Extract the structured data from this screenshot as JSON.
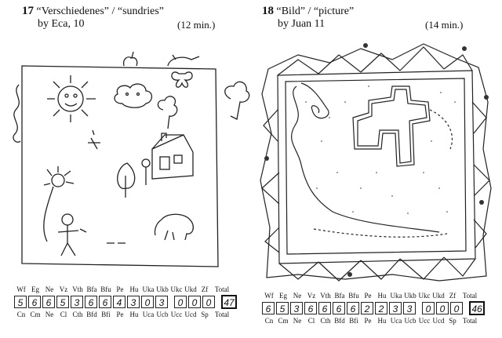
{
  "left": {
    "number": "17",
    "title": "“Verschiedenes” / “sundries”",
    "author": "by Eca, 10",
    "duration": "(12 min.)",
    "top_labels": [
      "Wf",
      "Eg",
      "Ne",
      "Vz",
      "Vth",
      "Bfa",
      "Bfu",
      "Pe",
      "Hu",
      "Uka",
      "Ukb",
      "Ukc",
      "Ukd",
      "Zf",
      "Total"
    ],
    "scores": [
      "5",
      "6",
      "6",
      "5",
      "3",
      "6",
      "6",
      "4",
      "3",
      "0",
      "3",
      "0",
      "0",
      "0",
      "47"
    ],
    "bottom_labels": [
      "Cn",
      "Cm",
      "Ne",
      "Cl",
      "Cth",
      "Bfd",
      "Bfi",
      "Pe",
      "Hu",
      "Uca",
      "Ucb",
      "Ucc",
      "Ucd",
      "Sp",
      "Total"
    ]
  },
  "right": {
    "number": "18",
    "title": "“Bild” / “picture”",
    "author": "by Juan 11",
    "duration": "(14 min.)",
    "top_labels": [
      "Wf",
      "Eg",
      "Ne",
      "Vz",
      "Vth",
      "Bfa",
      "Bfu",
      "Pe",
      "Hu",
      "Uka",
      "Ukb",
      "Ukc",
      "Ukd",
      "Zf",
      "Total"
    ],
    "scores": [
      "6",
      "5",
      "3",
      "6",
      "6",
      "6",
      "6",
      "2",
      "2",
      "3",
      "3",
      "0",
      "0",
      "0",
      "46"
    ],
    "bottom_labels": [
      "Cn",
      "Cm",
      "Ne",
      "Cl",
      "Cth",
      "Bfd",
      "Bfi",
      "Pe",
      "Hu",
      "Uca",
      "Ucb",
      "Ucc",
      "Ucd",
      "Sp",
      "Total"
    ]
  }
}
